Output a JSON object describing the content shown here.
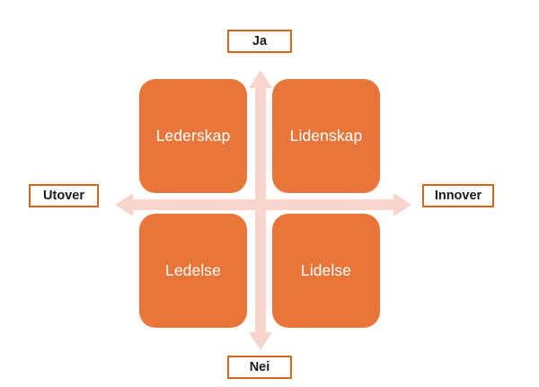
{
  "diagram": {
    "type": "2x2-quadrant-matrix",
    "colors": {
      "quadrant_fill": "#E8753A",
      "quadrant_text": "#FFFFFF",
      "axis_arrow": "#F8D5CB",
      "label_border": "#D2691E",
      "label_text": "#1B1B1B",
      "background": "#FFFFFF"
    },
    "axes": {
      "vertical": {
        "name": "vertical-axis",
        "top_label": "Ja",
        "bottom_label": "Nei",
        "double_headed": true
      },
      "horizontal": {
        "name": "horizontal-axis",
        "left_label": "Utover",
        "right_label": "Innover",
        "double_headed": true
      }
    },
    "quadrants": [
      {
        "position": "top-left",
        "label": "Lederskap"
      },
      {
        "position": "top-right",
        "label": "Lidenskap"
      },
      {
        "position": "bottom-left",
        "label": "Ledelse"
      },
      {
        "position": "bottom-right",
        "label": "Lidelse"
      }
    ]
  }
}
